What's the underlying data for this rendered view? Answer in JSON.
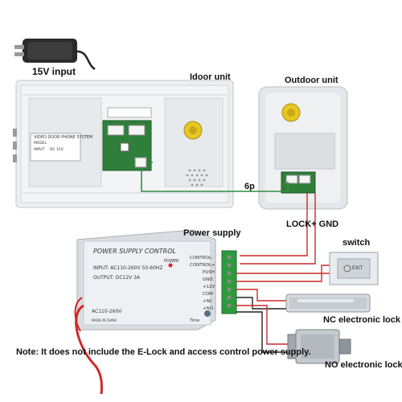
{
  "labels": {
    "input_15v": "15V input",
    "indoor_unit": "Idoor unit",
    "outdoor_unit": "Outdoor unit",
    "six_p": "6p",
    "lock_gnd": "LOCK+  GND",
    "power_supply": "Power supply",
    "switch": "switch",
    "nc_lock": "NC electronic lock",
    "no_lock": "NO electronic lock",
    "note": "Note: It does not include the E-Lock and access control power supply."
  },
  "psu": {
    "title": "POWER SUPPLY CONTROL",
    "input": "INPUT: AC110-260V 50-60HZ",
    "output": "OUTPUT: DC12V  3A",
    "power": "POWER",
    "ac": "AC110-260V",
    "made": "MADE IN CHINA",
    "time": "Time",
    "terminals": [
      "CONTROL-",
      "CONTROL+",
      "PUSH",
      "GND",
      "+12V",
      "COM",
      "+NC",
      "+NO"
    ]
  },
  "indoor_sticker": {
    "title": "VIDEO DOOR PHONE SYSTEM",
    "model": "MODEL",
    "input": "INPUT",
    "input_val": "DC 15V"
  },
  "exit_button_text": "EXIT",
  "colors": {
    "wire_red": "#cc2a2a",
    "wire_green": "#2f8f3c",
    "terminal_green": "#2e9a3e",
    "lock_yellow": "#e8c622"
  }
}
